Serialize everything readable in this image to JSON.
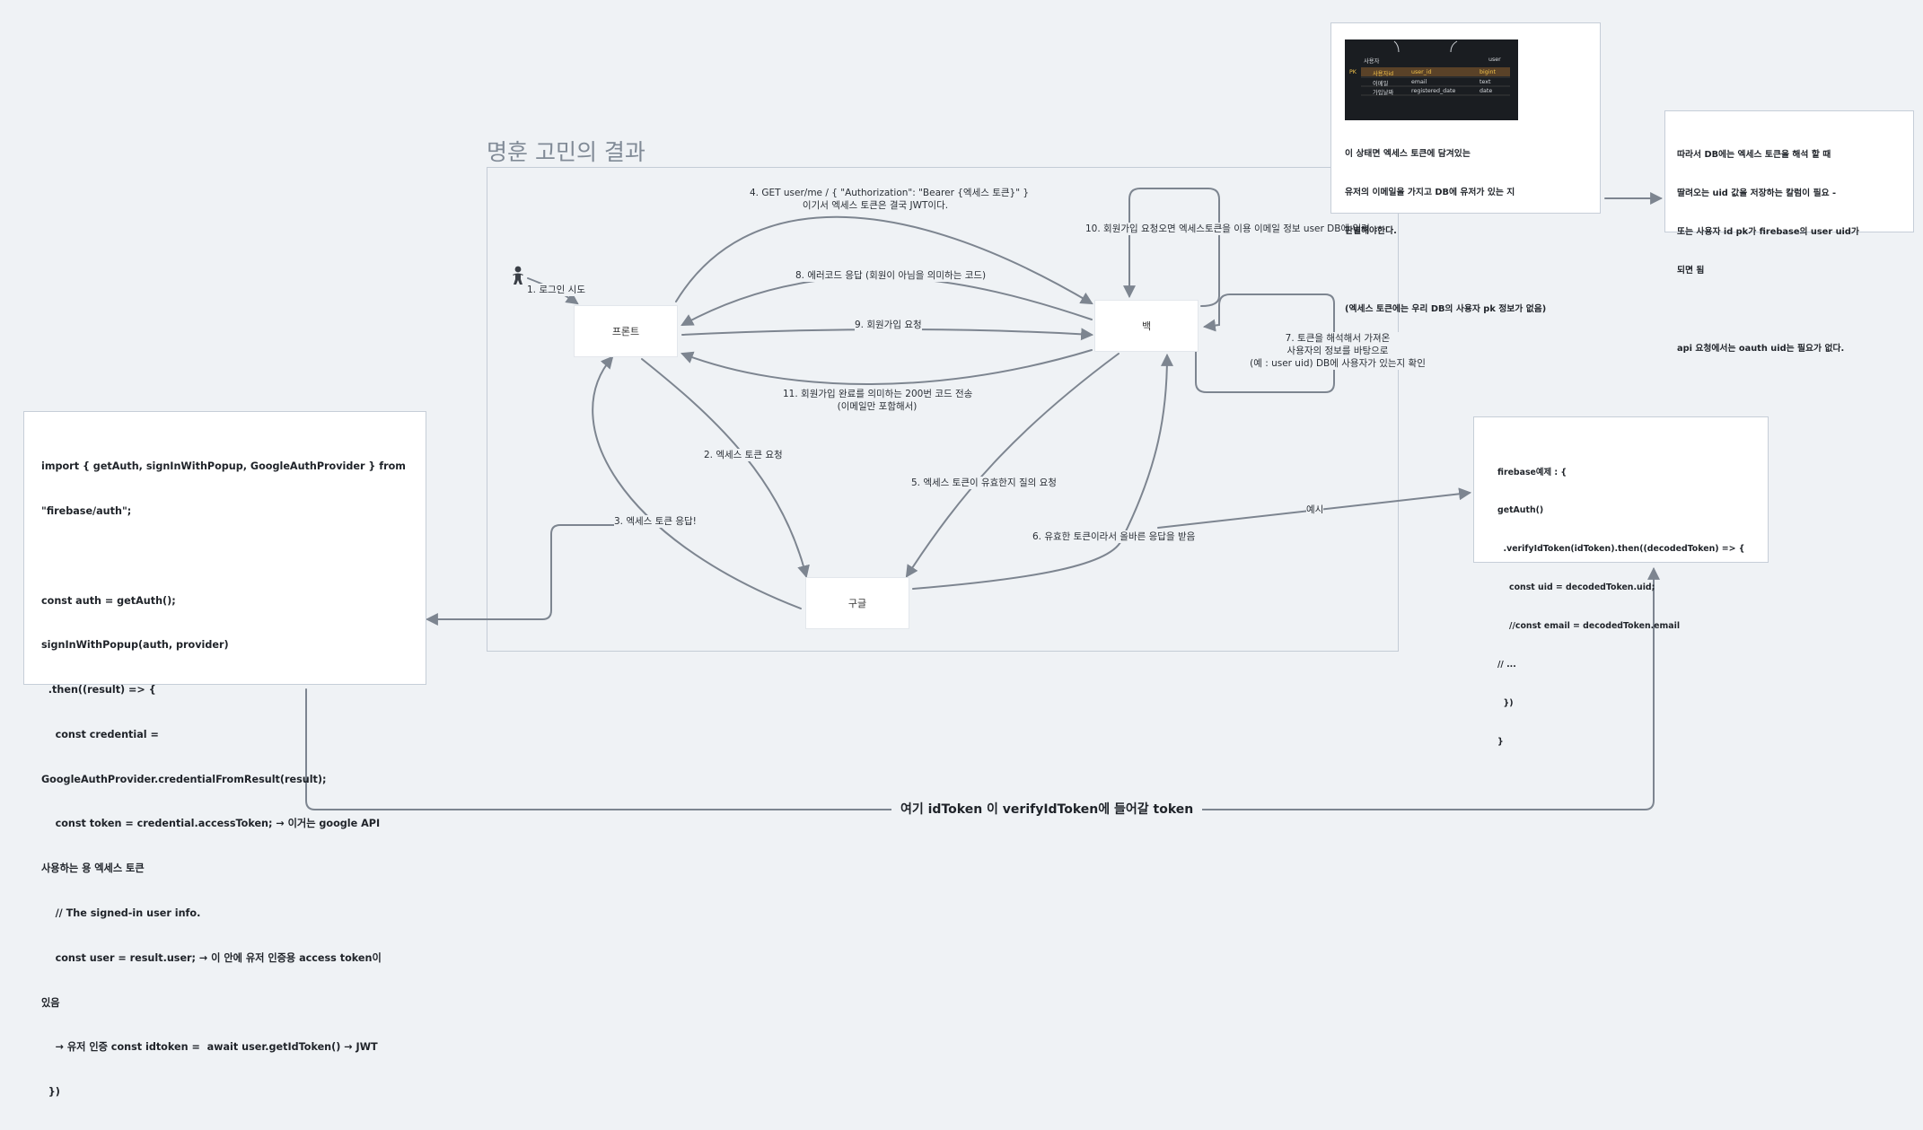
{
  "frame": {
    "title": "명훈 고민의 결과"
  },
  "nodes": {
    "front": "프론트",
    "back": "백",
    "google": "구글"
  },
  "edges": {
    "e1": "1. 로그인 시도",
    "e2": "2. 엑세스 토큰 요청",
    "e3": "3. 엑세스 토큰 응답!",
    "e4_line1": "4. GET user/me / {  \"Authorization\": \"Bearer {엑세스 토큰}\" }",
    "e4_line2": "이기서 엑세스 토큰은 결국 JWT이다.",
    "e5": "5. 엑세스 토큰이 유효한지 질의 요청",
    "e6": "6. 유효한 토큰이라서 올바른 응답을 받음",
    "e7_line1": "7. 토큰을 해석해서 가져온",
    "e7_line2": "사용자의 정보를 바탕으로",
    "e7_line3": "(예 : user uid) DB에 사용자가 있는지 확인",
    "e8": "8. 에러코드 응답 (회원이 아님을 의미하는 코드)",
    "e9": "9. 회원가입 요청",
    "e10": "10. 회원가입 요청오면 엑세스토큰을 이용 이메일 정보 user DB에 입력",
    "e11_line1": "11. 회원가입 완료를 의미하는 200번 코드 전송",
    "e11_line2": "(이메일만 포함해서)",
    "example": "예시"
  },
  "code_card": {
    "lines": [
      "import { getAuth, signInWithPopup, GoogleAuthProvider } from",
      "\"firebase/auth\";",
      "",
      "const auth = getAuth();",
      "signInWithPopup(auth, provider)",
      "  .then((result) => {",
      "    const credential =",
      "GoogleAuthProvider.credentialFromResult(result);",
      "    const token = credential.accessToken; → 이거는 google API",
      "사용하는 용 엑세스 토큰",
      "    // The signed-in user info.",
      "    const user = result.user; → 이 안에 유저 인증용 access token이",
      "있음",
      "    → 유저 인증 const idtoken =  await user.getIdToken() → JWT",
      "  })"
    ]
  },
  "firebase_card": {
    "lines": [
      "firebase예제 : {",
      "getAuth()",
      "  .verifyIdToken(idToken).then((decodedToken) => {",
      "    const uid = decodedToken.uid;",
      "    //const email = decodedToken.email",
      "// ...",
      "  })",
      "}"
    ]
  },
  "db_card": {
    "table": {
      "name": "사용자",
      "name_en": "user",
      "rows": [
        {
          "label": "사용자id",
          "col": "user_id",
          "type": "bigint",
          "key": "PK"
        },
        {
          "label": "이메일",
          "col": "email",
          "type": "text",
          "key": ""
        },
        {
          "label": "가입날짜",
          "col": "registered_date",
          "type": "date",
          "key": ""
        }
      ]
    },
    "lines": [
      "이 상태면 엑세스 토큰에 담겨있는",
      "유저의 이메일을 가지고 DB에 유저가 있는 지",
      "판별해야한다.",
      "",
      "(엑세스 토큰에는 우리 DB의 사용자 pk 정보가 없음)"
    ]
  },
  "conclusion_card": {
    "lines": [
      "따라서 DB에는 엑세스 토큰을 해석 할 때",
      "딸려오는 uid 값을 저장하는 칼럼이 필요 -",
      "또는 사용자 id pk가 firebase의 user uid가",
      "되면 됨",
      "",
      "api 요청에서는 oauth uid는 필요가 없다."
    ]
  },
  "bottom_label": "여기 idToken 이 verifyIdToken에 들어갈 token",
  "colors": {
    "edge": "#7d8590",
    "frame_title": "#808a96",
    "background": "#eff2f5"
  }
}
